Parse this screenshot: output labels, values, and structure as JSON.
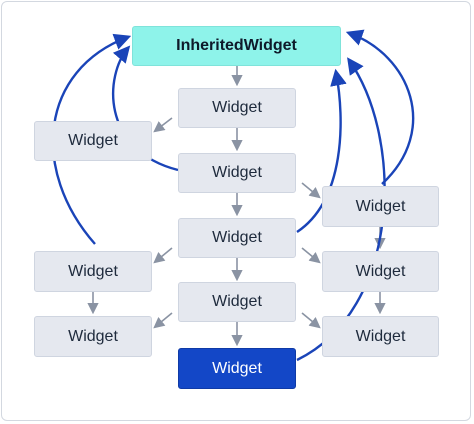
{
  "nodes": {
    "inherited": "InheritedWidget",
    "w1": "Widget",
    "w_left1": "Widget",
    "w2": "Widget",
    "w_right1": "Widget",
    "w3": "Widget",
    "w_left2": "Widget",
    "w_right2": "Widget",
    "w4": "Widget",
    "w_left3": "Widget",
    "w_right3": "Widget",
    "w_selected": "Widget"
  },
  "colors": {
    "inherited_fill": "#8ef3ea",
    "selected_fill": "#1347c7",
    "node_fill": "#e5e8ef",
    "tree_arrow": "#8a93a3",
    "lookup_arrow": "#1a44b8"
  }
}
